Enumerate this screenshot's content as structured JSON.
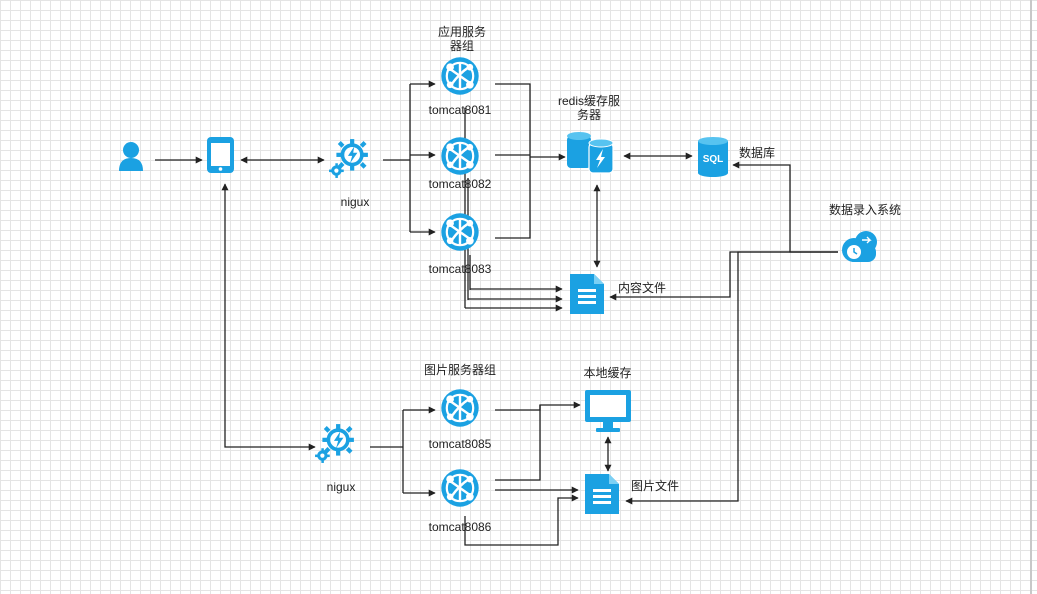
{
  "labels": {
    "app_group": "应用服务器组",
    "tomcat1": "tomcat8081",
    "tomcat2": "tomcat8082",
    "tomcat3": "tomcat8083",
    "nginx_top": "nigux",
    "redis": "redis缓存服务器",
    "database": "数据库",
    "entry_system": "数据录入系统",
    "content_files": "内容文件",
    "img_group": "图片服务器组",
    "tomcat5": "tomcat8085",
    "tomcat6": "tomcat8086",
    "nginx_bottom": "nigux",
    "local_cache": "本地缓存",
    "image_files": "图片文件"
  },
  "icons": {
    "user": "user-icon",
    "mobile": "mobile-phone-icon",
    "nginx": "gear-lightning-icon",
    "tomcat": "web-app-globe-icon",
    "redis": "redis-cache-icon",
    "database": "sql-database-icon",
    "entry": "cloud-clock-icon",
    "file": "document-icon",
    "monitor": "monitor-icon"
  },
  "colors": {
    "icon": "#1ba1e2",
    "line": "#222222",
    "grid": "#e4e4e4"
  }
}
